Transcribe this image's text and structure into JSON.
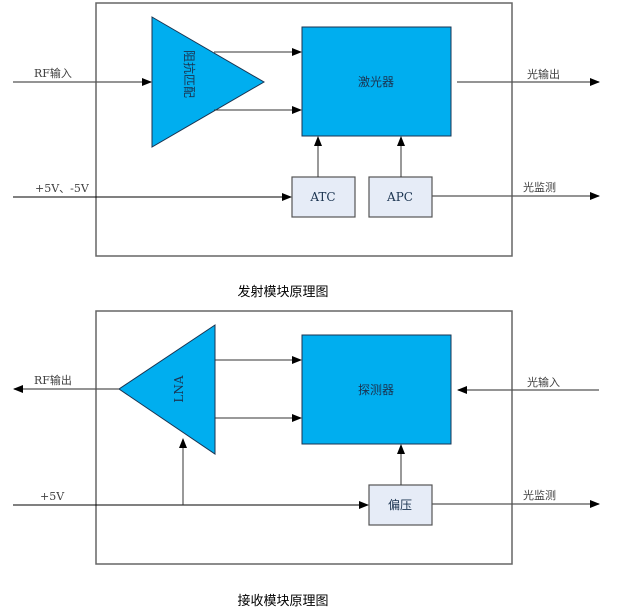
{
  "colors": {
    "component_fill": "#00AEEF",
    "control_fill": "#E6ECF7",
    "line": "#000000",
    "border": "#555555"
  },
  "transmitter": {
    "caption": "发射模块原理图",
    "impedance_match": "阻抗匹配",
    "laser": "激光器",
    "atc": "ATC",
    "apc": "APC",
    "rf_input": "RF输入",
    "power": "+5V、-5V",
    "optical_output": "光输出",
    "optical_monitor": "光监测"
  },
  "receiver": {
    "caption": "接收模块原理图",
    "lna": "LNA",
    "detector": "探测器",
    "bias": "偏压",
    "rf_output": "RF输出",
    "power": "+5V",
    "optical_input": "光输入",
    "optical_monitor": "光监测"
  }
}
